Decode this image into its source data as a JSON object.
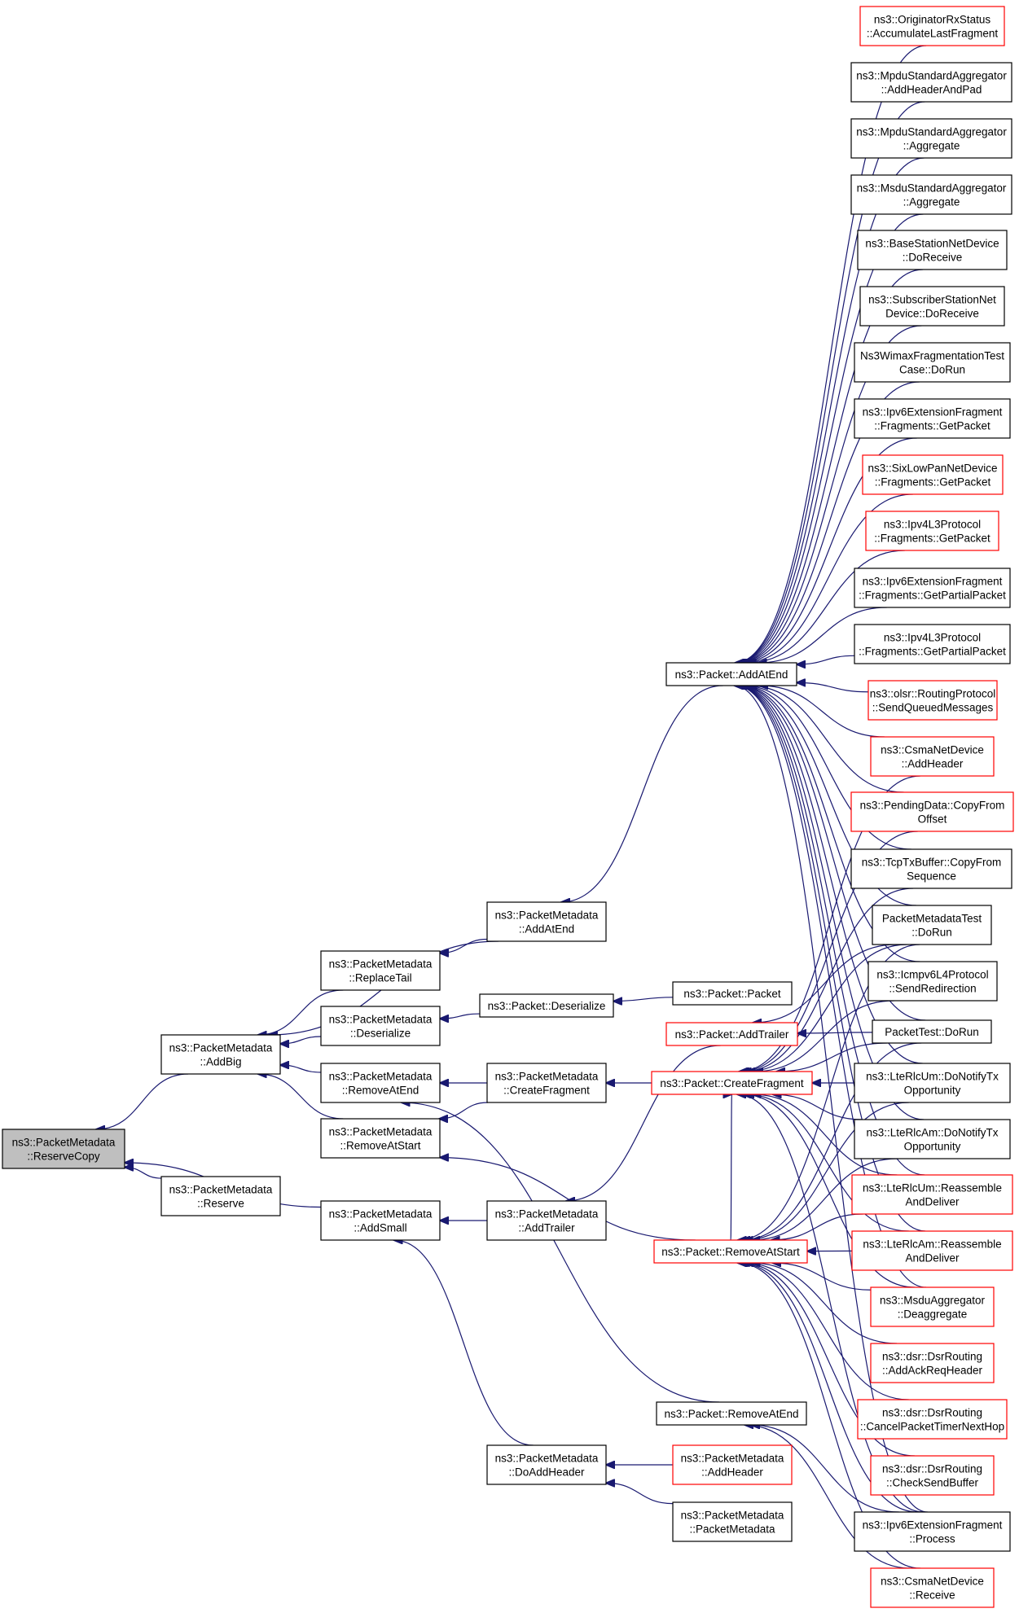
{
  "colors": {
    "edge": "#191970",
    "border_red": "#ff0000",
    "border_black": "#000000",
    "focus_fill": "#bfbfbf"
  },
  "nodes": [
    {
      "id": "reservecopy",
      "lines": [
        "ns3::PacketMetadata",
        "::ReserveCopy"
      ],
      "style": "gray"
    },
    {
      "id": "addbig",
      "lines": [
        "ns3::PacketMetadata",
        "::AddBig"
      ],
      "style": "black"
    },
    {
      "id": "reserve",
      "lines": [
        "ns3::PacketMetadata",
        "::Reserve"
      ],
      "style": "black"
    },
    {
      "id": "replacetail",
      "lines": [
        "ns3::PacketMetadata",
        "::ReplaceTail"
      ],
      "style": "black"
    },
    {
      "id": "deserialize_pm",
      "lines": [
        "ns3::PacketMetadata",
        "::Deserialize"
      ],
      "style": "black"
    },
    {
      "id": "removeatend_pm",
      "lines": [
        "ns3::PacketMetadata",
        "::RemoveAtEnd"
      ],
      "style": "black"
    },
    {
      "id": "removeatstart_pm",
      "lines": [
        "ns3::PacketMetadata",
        "::RemoveAtStart"
      ],
      "style": "black"
    },
    {
      "id": "addsmall",
      "lines": [
        "ns3::PacketMetadata",
        "::AddSmall"
      ],
      "style": "black"
    },
    {
      "id": "addatend_pm",
      "lines": [
        "ns3::PacketMetadata",
        "::AddAtEnd"
      ],
      "style": "black"
    },
    {
      "id": "deserialize_p",
      "lines": [
        "ns3::Packet::Deserialize"
      ],
      "style": "black"
    },
    {
      "id": "createfragment_pm",
      "lines": [
        "ns3::PacketMetadata",
        "::CreateFragment"
      ],
      "style": "black"
    },
    {
      "id": "addtrailer_pm",
      "lines": [
        "ns3::PacketMetadata",
        "::AddTrailer"
      ],
      "style": "black"
    },
    {
      "id": "doaddheader",
      "lines": [
        "ns3::PacketMetadata",
        "::DoAddHeader"
      ],
      "style": "black"
    },
    {
      "id": "packet_packet",
      "lines": [
        "ns3::Packet::Packet"
      ],
      "style": "black"
    },
    {
      "id": "addtrailer_p",
      "lines": [
        "ns3::Packet::AddTrailer"
      ],
      "style": "red"
    },
    {
      "id": "createfragment_p",
      "lines": [
        "ns3::Packet::CreateFragment"
      ],
      "style": "red"
    },
    {
      "id": "removeatstart_p",
      "lines": [
        "ns3::Packet::RemoveAtStart"
      ],
      "style": "red"
    },
    {
      "id": "removeatend_p",
      "lines": [
        "ns3::Packet::RemoveAtEnd"
      ],
      "style": "black"
    },
    {
      "id": "addheader_pm",
      "lines": [
        "ns3::PacketMetadata",
        "::AddHeader"
      ],
      "style": "red"
    },
    {
      "id": "pmctor",
      "lines": [
        "ns3::PacketMetadata",
        "::PacketMetadata"
      ],
      "style": "black"
    },
    {
      "id": "addatend_p",
      "lines": [
        "ns3::Packet::AddAtEnd"
      ],
      "style": "black"
    },
    {
      "id": "r01",
      "lines": [
        "ns3::OriginatorRxStatus",
        "::AccumulateLastFragment"
      ],
      "style": "red"
    },
    {
      "id": "r02",
      "lines": [
        "ns3::MpduStandardAggregator",
        "::AddHeaderAndPad"
      ],
      "style": "black"
    },
    {
      "id": "r03",
      "lines": [
        "ns3::MpduStandardAggregator",
        "::Aggregate"
      ],
      "style": "black"
    },
    {
      "id": "r04",
      "lines": [
        "ns3::MsduStandardAggregator",
        "::Aggregate"
      ],
      "style": "black"
    },
    {
      "id": "r05",
      "lines": [
        "ns3::BaseStationNetDevice",
        "::DoReceive"
      ],
      "style": "black"
    },
    {
      "id": "r06",
      "lines": [
        "ns3::SubscriberStationNet",
        "Device::DoReceive"
      ],
      "style": "black"
    },
    {
      "id": "r07",
      "lines": [
        "Ns3WimaxFragmentationTest",
        "Case::DoRun"
      ],
      "style": "black"
    },
    {
      "id": "r08",
      "lines": [
        "ns3::Ipv6ExtensionFragment",
        "::Fragments::GetPacket"
      ],
      "style": "black"
    },
    {
      "id": "r09",
      "lines": [
        "ns3::SixLowPanNetDevice",
        "::Fragments::GetPacket"
      ],
      "style": "red"
    },
    {
      "id": "r10",
      "lines": [
        "ns3::Ipv4L3Protocol",
        "::Fragments::GetPacket"
      ],
      "style": "red"
    },
    {
      "id": "r11",
      "lines": [
        "ns3::Ipv6ExtensionFragment",
        "::Fragments::GetPartialPacket"
      ],
      "style": "black"
    },
    {
      "id": "r12",
      "lines": [
        "ns3::Ipv4L3Protocol",
        "::Fragments::GetPartialPacket"
      ],
      "style": "black"
    },
    {
      "id": "r13",
      "lines": [
        "ns3::olsr::RoutingProtocol",
        "::SendQueuedMessages"
      ],
      "style": "red"
    },
    {
      "id": "r14",
      "lines": [
        "ns3::CsmaNetDevice",
        "::AddHeader"
      ],
      "style": "red"
    },
    {
      "id": "r15",
      "lines": [
        "ns3::PendingData::CopyFrom",
        "Offset"
      ],
      "style": "red"
    },
    {
      "id": "r16",
      "lines": [
        "ns3::TcpTxBuffer::CopyFrom",
        "Sequence"
      ],
      "style": "black"
    },
    {
      "id": "r17",
      "lines": [
        "PacketMetadataTest",
        "::DoRun"
      ],
      "style": "black"
    },
    {
      "id": "r18",
      "lines": [
        "ns3::Icmpv6L4Protocol",
        "::SendRedirection"
      ],
      "style": "black"
    },
    {
      "id": "r19",
      "lines": [
        "PacketTest::DoRun"
      ],
      "style": "black"
    },
    {
      "id": "r20",
      "lines": [
        "ns3::LteRlcUm::DoNotifyTx",
        "Opportunity"
      ],
      "style": "black"
    },
    {
      "id": "r21",
      "lines": [
        "ns3::LteRlcAm::DoNotifyTx",
        "Opportunity"
      ],
      "style": "black"
    },
    {
      "id": "r22",
      "lines": [
        "ns3::LteRlcUm::Reassemble",
        "AndDeliver"
      ],
      "style": "red"
    },
    {
      "id": "r23",
      "lines": [
        "ns3::LteRlcAm::Reassemble",
        "AndDeliver"
      ],
      "style": "red"
    },
    {
      "id": "r24",
      "lines": [
        "ns3::MsduAggregator",
        "::Deaggregate"
      ],
      "style": "red"
    },
    {
      "id": "r25",
      "lines": [
        "ns3::dsr::DsrRouting",
        "::AddAckReqHeader"
      ],
      "style": "red"
    },
    {
      "id": "r26",
      "lines": [
        "ns3::dsr::DsrRouting",
        "::CancelPacketTimerNextHop"
      ],
      "style": "red"
    },
    {
      "id": "r27",
      "lines": [
        "ns3::dsr::DsrRouting",
        "::CheckSendBuffer"
      ],
      "style": "red"
    },
    {
      "id": "r28",
      "lines": [
        "ns3::Ipv6ExtensionFragment",
        "::Process"
      ],
      "style": "black"
    },
    {
      "id": "r29",
      "lines": [
        "ns3::CsmaNetDevice",
        "::Receive"
      ],
      "style": "red"
    }
  ],
  "edges": [
    [
      "addbig",
      "reservecopy"
    ],
    [
      "reserve",
      "reservecopy"
    ],
    [
      "addsmall",
      "reservecopy"
    ],
    [
      "replacetail",
      "addbig"
    ],
    [
      "deserialize_pm",
      "addbig"
    ],
    [
      "removeatend_pm",
      "addbig"
    ],
    [
      "removeatstart_pm",
      "addbig"
    ],
    [
      "addatend_pm",
      "addbig"
    ],
    [
      "addatend_pm",
      "replacetail"
    ],
    [
      "deserialize_p",
      "deserialize_pm"
    ],
    [
      "packet_packet",
      "deserialize_p"
    ],
    [
      "createfragment_pm",
      "removeatend_pm"
    ],
    [
      "createfragment_pm",
      "removeatstart_pm"
    ],
    [
      "createfragment_p",
      "createfragment_pm"
    ],
    [
      "removeatend_p",
      "removeatend_pm"
    ],
    [
      "removeatstart_p",
      "removeatstart_pm"
    ],
    [
      "addtrailer_pm",
      "addsmall"
    ],
    [
      "doaddheader",
      "addsmall"
    ],
    [
      "addtrailer_p",
      "addtrailer_pm"
    ],
    [
      "addheader_pm",
      "doaddheader"
    ],
    [
      "pmctor",
      "doaddheader"
    ],
    [
      "addatend_p",
      "addatend_pm"
    ],
    [
      "r01",
      "addatend_p"
    ],
    [
      "r02",
      "addatend_p"
    ],
    [
      "r03",
      "addatend_p"
    ],
    [
      "r04",
      "addatend_p"
    ],
    [
      "r05",
      "addatend_p"
    ],
    [
      "r06",
      "addatend_p"
    ],
    [
      "r07",
      "addatend_p"
    ],
    [
      "r08",
      "addatend_p"
    ],
    [
      "r09",
      "addatend_p"
    ],
    [
      "r10",
      "addatend_p"
    ],
    [
      "r11",
      "addatend_p"
    ],
    [
      "r12",
      "addatend_p"
    ],
    [
      "r13",
      "addatend_p"
    ],
    [
      "r14",
      "addatend_p"
    ],
    [
      "r15",
      "addatend_p"
    ],
    [
      "r16",
      "addatend_p"
    ],
    [
      "r17",
      "addatend_p"
    ],
    [
      "r18",
      "addatend_p"
    ],
    [
      "r19",
      "addatend_p"
    ],
    [
      "r20",
      "addatend_p"
    ],
    [
      "r21",
      "addatend_p"
    ],
    [
      "r22",
      "addatend_p"
    ],
    [
      "r23",
      "addatend_p"
    ],
    [
      "r24",
      "addatend_p"
    ],
    [
      "r28",
      "addatend_p"
    ],
    [
      "r17",
      "addtrailer_p"
    ],
    [
      "r19",
      "addtrailer_p"
    ],
    [
      "r14",
      "createfragment_p"
    ],
    [
      "r15",
      "createfragment_p"
    ],
    [
      "r16",
      "createfragment_p"
    ],
    [
      "r17",
      "createfragment_p"
    ],
    [
      "r18",
      "createfragment_p"
    ],
    [
      "r19",
      "createfragment_p"
    ],
    [
      "r20",
      "createfragment_p"
    ],
    [
      "r21",
      "createfragment_p"
    ],
    [
      "r22",
      "createfragment_p"
    ],
    [
      "r23",
      "createfragment_p"
    ],
    [
      "r24",
      "createfragment_p"
    ],
    [
      "r28",
      "createfragment_p"
    ],
    [
      "removeatstart_p",
      "createfragment_p"
    ],
    [
      "r17",
      "removeatstart_p"
    ],
    [
      "r19",
      "removeatstart_p"
    ],
    [
      "r20",
      "removeatstart_p"
    ],
    [
      "r21",
      "removeatstart_p"
    ],
    [
      "r22",
      "removeatstart_p"
    ],
    [
      "r23",
      "removeatstart_p"
    ],
    [
      "r24",
      "removeatstart_p"
    ],
    [
      "r25",
      "removeatstart_p"
    ],
    [
      "r26",
      "removeatstart_p"
    ],
    [
      "r27",
      "removeatstart_p"
    ],
    [
      "r28",
      "removeatstart_p"
    ],
    [
      "r29",
      "removeatstart_p"
    ],
    [
      "r28",
      "removeatend_p"
    ],
    [
      "r29",
      "removeatend_p"
    ]
  ]
}
